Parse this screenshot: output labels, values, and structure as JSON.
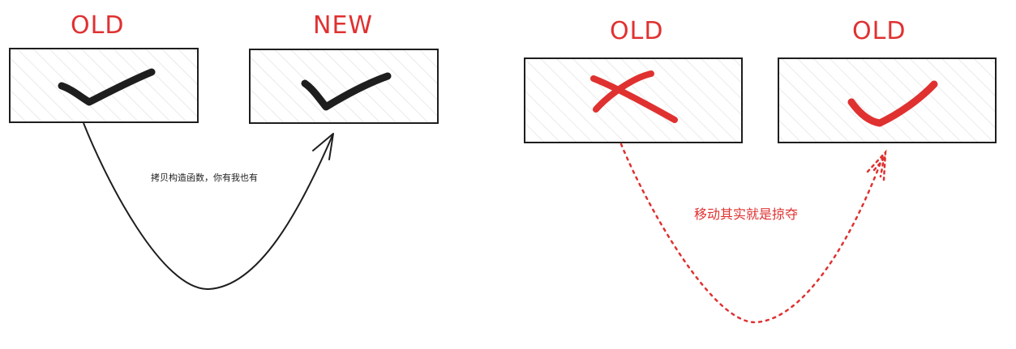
{
  "left": {
    "box1": {
      "title": "OLD",
      "mark": "check",
      "mark_color": "#1e1e1e"
    },
    "box2": {
      "title": "NEW",
      "mark": "check",
      "mark_color": "#1e1e1e"
    },
    "caption": "拷贝构造函数，你有我也有"
  },
  "right": {
    "box1": {
      "title": "OLD",
      "mark": "cross",
      "mark_color": "#e03131"
    },
    "box2": {
      "title": "OLD",
      "mark": "check",
      "mark_color": "#e03131"
    },
    "caption": "移动其实就是掠夺"
  },
  "colors": {
    "accent": "#e03131",
    "ink": "#1e1e1e",
    "hatch": "#d8d8d8"
  }
}
